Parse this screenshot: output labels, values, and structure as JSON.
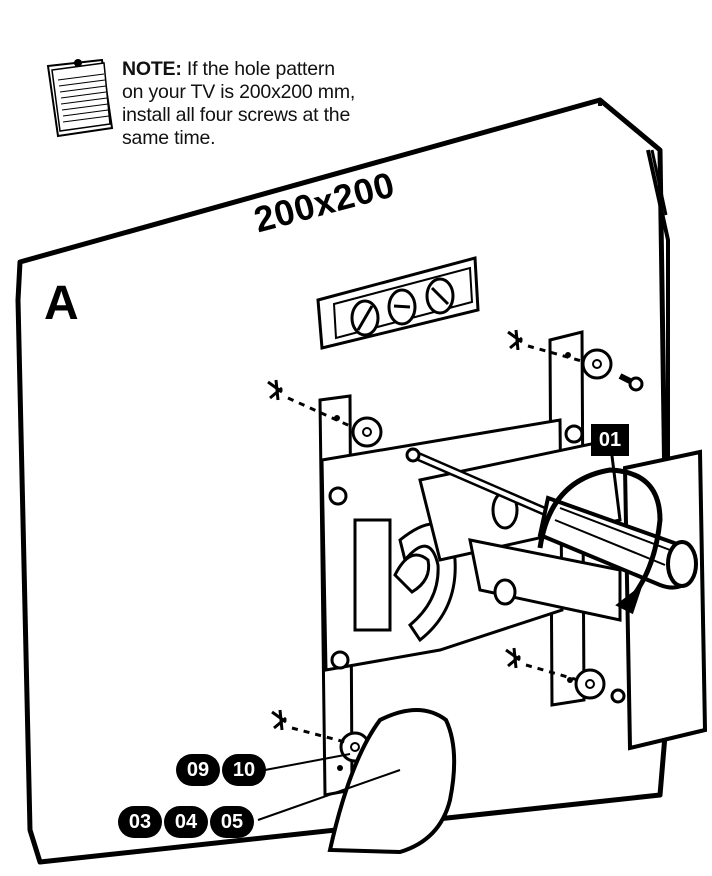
{
  "note": {
    "label": "NOTE:",
    "text_line1": " If the hole pattern",
    "text_line2": "on your TV is 200x200 mm,",
    "text_line3": "install all four screws at the",
    "text_line4": "same time."
  },
  "diagram": {
    "hole_pattern_label": "200x200",
    "panel_letter": "A",
    "step_badge": "01",
    "part_callouts_row1": [
      "09",
      "10"
    ],
    "part_callouts_row2": [
      "03",
      "04",
      "05"
    ]
  },
  "icons": {
    "note": "notepad-icon",
    "level": "bubble-level-icon",
    "screwdriver": "screwdriver-icon",
    "rotation": "clockwise-arrow-icon"
  }
}
